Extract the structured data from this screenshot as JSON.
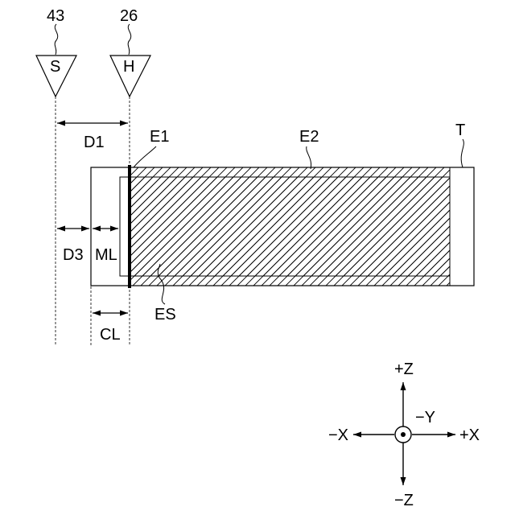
{
  "sensor": {
    "ref": "43",
    "letter": "S"
  },
  "head": {
    "ref": "26",
    "letter": "H"
  },
  "labels": {
    "d1": "D1",
    "d3": "D3",
    "ml": "ML",
    "cl": "CL",
    "e1": "E1",
    "e2": "E2",
    "t": "T",
    "es": "ES"
  },
  "axes": {
    "plus_z": "+Z",
    "minus_z": "−Z",
    "plus_x": "+X",
    "minus_x": "−X",
    "minus_y": "−Y"
  }
}
